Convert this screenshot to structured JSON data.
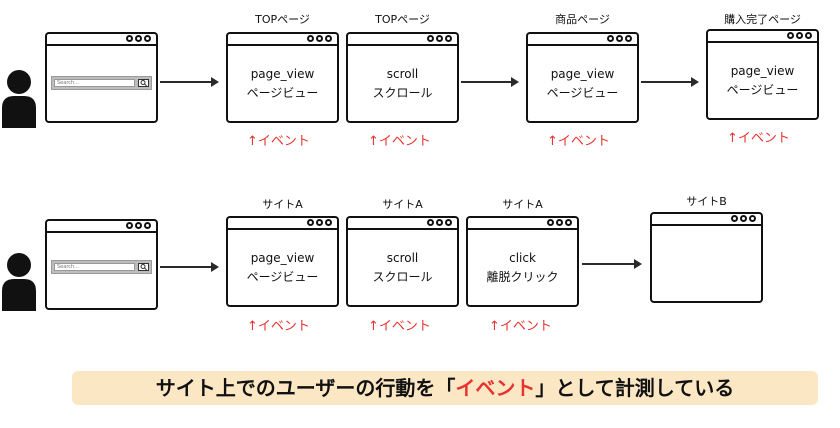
{
  "search_placeholder": "Search...",
  "event_label": "↑イベント",
  "row1": {
    "labels": [
      "TOPページ",
      "TOPページ",
      "商品ページ",
      "購入完了ページ"
    ],
    "windows": [
      {
        "line1": "page_view",
        "line2": "ページビュー"
      },
      {
        "line1": "scroll",
        "line2": "スクロール"
      },
      {
        "line1": "page_view",
        "line2": "ページビュー"
      },
      {
        "line1": "page_view",
        "line2": "ページビュー"
      }
    ]
  },
  "row2": {
    "labels": [
      "サイトA",
      "サイトA",
      "サイトA",
      "サイトB"
    ],
    "windows": [
      {
        "line1": "page_view",
        "line2": "ページビュー"
      },
      {
        "line1": "scroll",
        "line2": "スクロール"
      },
      {
        "line1": "click",
        "line2": "離脱クリック"
      }
    ]
  },
  "banner": {
    "before": "サイト上でのユーザーの行動を「",
    "highlight": "イベント",
    "after": "」として計測している"
  },
  "colors": {
    "accent": "#e8322f",
    "banner_bg": "#fbe7c4"
  }
}
